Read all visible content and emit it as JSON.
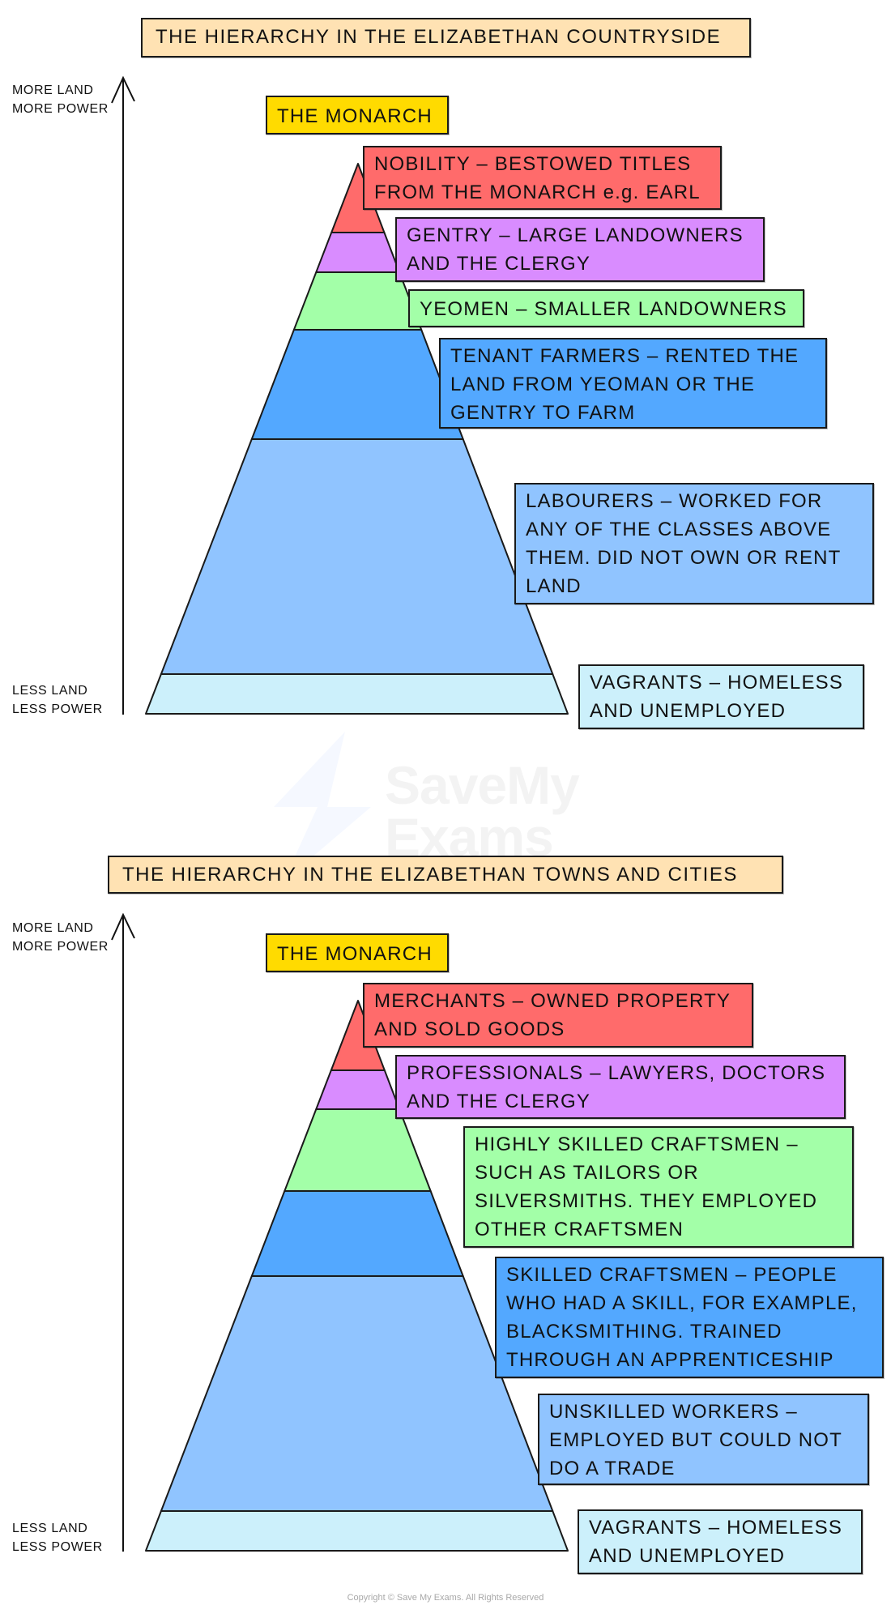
{
  "colors": {
    "title_bg": "#ffe2b3",
    "monarch_bg": "#ffdb00",
    "red": "#ff6b6b",
    "purple": "#d98cff",
    "green": "#a3ffa8",
    "blue": "#53a8ff",
    "light_blue": "#90c4ff",
    "pale_blue": "#ccf0fb",
    "outline": "#1a1a1a"
  },
  "watermark": {
    "line1": "SaveMy",
    "line2": "Exams"
  },
  "copyright": "Copyright © Save My Exams. All Rights Reserved",
  "diagrams": [
    {
      "title": "THE HIERARCHY IN THE ELIZABETHAN COUNTRYSIDE",
      "axis": {
        "top_labels": [
          "MORE LAND",
          "MORE POWER"
        ],
        "bottom_labels": [
          "LESS LAND",
          "LESS POWER"
        ]
      },
      "monarch": "THE MONARCH",
      "levels": [
        {
          "name": "Nobility",
          "color_key": "red",
          "lines": [
            "NOBILITY – BESTOWED TITLES",
            "FROM THE MONARCH e.g. EARL"
          ]
        },
        {
          "name": "Gentry",
          "color_key": "purple",
          "lines": [
            "GENTRY – LARGE LANDOWNERS",
            "AND THE CLERGY"
          ]
        },
        {
          "name": "Yeomen",
          "color_key": "green",
          "lines": [
            "YEOMEN – SMALLER LANDOWNERS"
          ]
        },
        {
          "name": "Tenant farmers",
          "color_key": "blue",
          "lines": [
            "TENANT FARMERS – RENTED THE",
            "LAND FROM YEOMAN OR THE",
            "GENTRY TO FARM"
          ]
        },
        {
          "name": "Labourers",
          "color_key": "light_blue",
          "lines": [
            "LABOURERS – WORKED FOR",
            "ANY OF THE CLASSES ABOVE",
            "THEM. DID NOT OWN OR RENT",
            "LAND"
          ]
        },
        {
          "name": "Vagrants",
          "color_key": "pale_blue",
          "lines": [
            "VAGRANTS – HOMELESS",
            "AND UNEMPLOYED"
          ]
        }
      ]
    },
    {
      "title": "THE HIERARCHY IN THE ELIZABETHAN TOWNS AND CITIES",
      "axis": {
        "top_labels": [
          "MORE LAND",
          "MORE POWER"
        ],
        "bottom_labels": [
          "LESS LAND",
          "LESS POWER"
        ]
      },
      "monarch": "THE MONARCH",
      "levels": [
        {
          "name": "Merchants",
          "color_key": "red",
          "lines": [
            "MERCHANTS – OWNED PROPERTY",
            "AND SOLD GOODS"
          ]
        },
        {
          "name": "Professionals",
          "color_key": "purple",
          "lines": [
            "PROFESSIONALS – LAWYERS, DOCTORS",
            "AND THE CLERGY"
          ]
        },
        {
          "name": "Highly skilled craftsmen",
          "color_key": "green",
          "lines": [
            "HIGHLY SKILLED CRAFTSMEN –",
            "SUCH AS TAILORS OR",
            "SILVERSMITHS. THEY EMPLOYED",
            "OTHER CRAFTSMEN"
          ]
        },
        {
          "name": "Skilled craftsmen",
          "color_key": "blue",
          "lines": [
            "SKILLED CRAFTSMEN – PEOPLE",
            "WHO HAD A SKILL, FOR EXAMPLE,",
            "BLACKSMITHING. TRAINED",
            "THROUGH AN APPRENTICESHIP"
          ]
        },
        {
          "name": "Unskilled workers",
          "color_key": "light_blue",
          "lines": [
            "UNSKILLED WORKERS –",
            "EMPLOYED BUT COULD NOT",
            "DO A TRADE"
          ]
        },
        {
          "name": "Vagrants",
          "color_key": "pale_blue",
          "lines": [
            "VAGRANTS – HOMELESS",
            "AND UNEMPLOYED"
          ]
        }
      ]
    }
  ]
}
